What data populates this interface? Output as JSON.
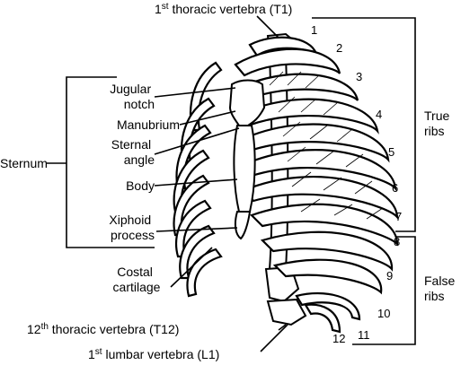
{
  "labels": {
    "t1": "1st thoracic vertebra (T1)",
    "t1_prefix": "1",
    "t1_sup": "st",
    "t1_rest": " thoracic vertebra (T1)",
    "jugular_1": "Jugular",
    "jugular_2": "notch",
    "manubrium": "Manubrium",
    "sternal_1": "Sternal",
    "sternal_2": "angle",
    "body": "Body",
    "xiphoid_1": "Xiphoid",
    "xiphoid_2": "process",
    "sternum": "Sternum",
    "costal_1": "Costal",
    "costal_2": "cartilage",
    "t12_prefix": "12",
    "t12_sup": "th",
    "t12_rest": " thoracic vertebra (T12)",
    "l1_prefix": "1",
    "l1_sup": "st",
    "l1_rest": " lumbar vertebra (L1)",
    "true_1": "True",
    "true_2": "ribs",
    "false_1": "False",
    "false_2": "ribs"
  },
  "rib_numbers": [
    "1",
    "2",
    "3",
    "4",
    "5",
    "6",
    "7",
    "8",
    "9",
    "10",
    "11",
    "12"
  ]
}
